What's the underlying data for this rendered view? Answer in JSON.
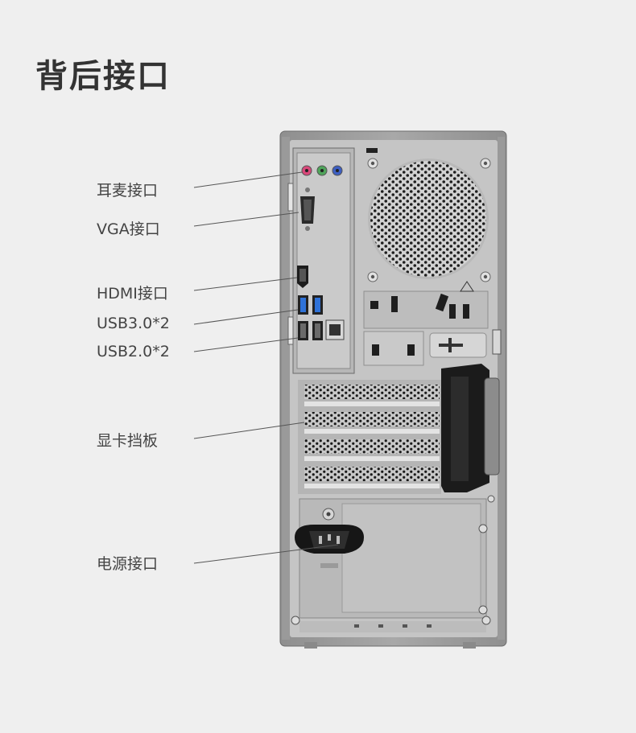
{
  "page": {
    "title": "背后接口"
  },
  "labels": {
    "audio": "耳麦接口",
    "vga": "VGA接口",
    "hdmi": "HDMI接口",
    "usb3": "USB3.0*2",
    "usb2": "USB2.0*2",
    "gpu_bracket": "显卡挡板",
    "power": "电源接口"
  },
  "colors": {
    "background": "#efefef",
    "chassis": "#9c9c9c",
    "panel": "#c6c6c6",
    "leader_line": "#555555",
    "audio_pink": "#d9487a",
    "audio_green": "#4fa45a",
    "audio_blue": "#3d5fc2",
    "usb3_blue": "#2f72d8"
  }
}
